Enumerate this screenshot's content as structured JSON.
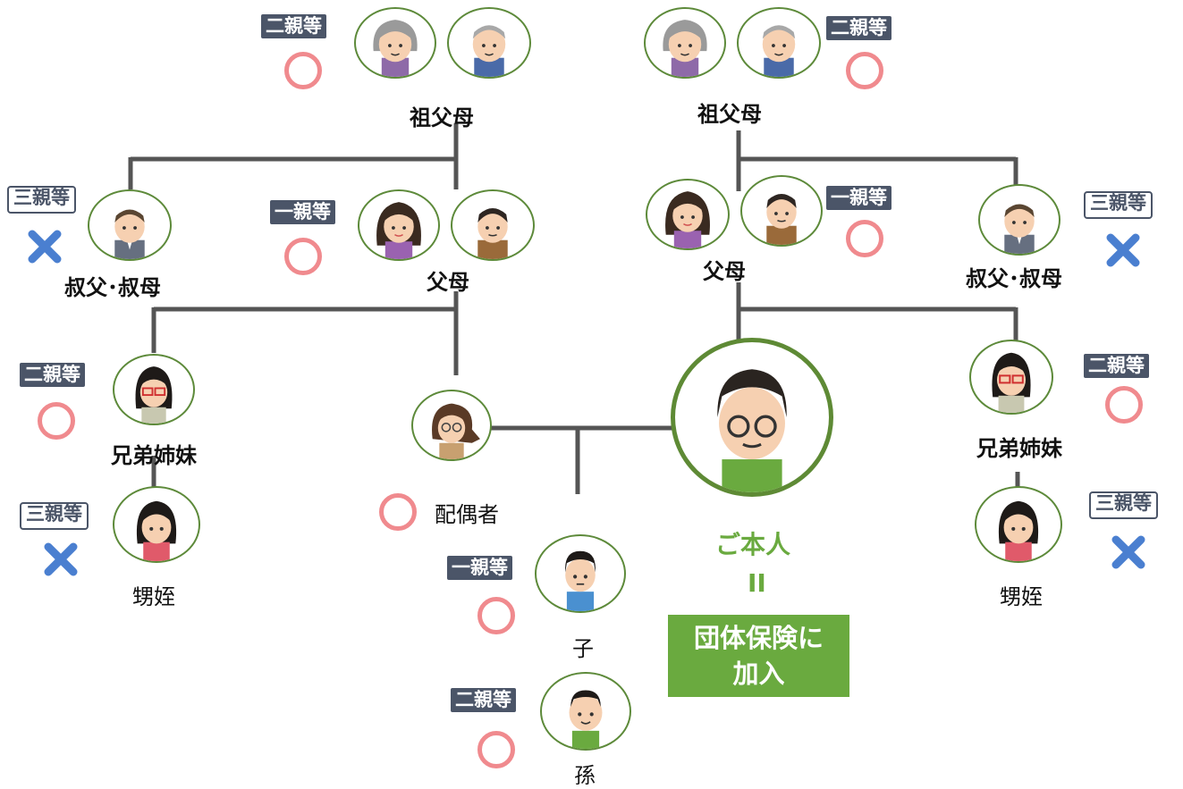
{
  "labels": {
    "grandparents_left": "祖父母",
    "grandparents_right": "祖父母",
    "uncle_aunt_left": "叔父･叔母",
    "uncle_aunt_right": "叔父･叔母",
    "parents_left": "父母",
    "parents_right": "父母",
    "siblings_left": "兄弟姉妹",
    "siblings_right": "兄弟姉妹",
    "nephew_niece_left": "甥姪",
    "nephew_niece_right": "甥姪",
    "spouse": "配偶者",
    "child": "子",
    "grandchild": "孫"
  },
  "badges": {
    "grandparents_left": "二親等",
    "grandparents_right": "二親等",
    "uncle_aunt_left": "三親等",
    "uncle_aunt_right": "三親等",
    "parents_left": "一親等",
    "parents_right": "一親等",
    "siblings_left": "二親等",
    "siblings_right": "二親等",
    "nephew_niece_left": "三親等",
    "nephew_niece_right": "三親等",
    "child": "一親等",
    "grandchild": "二親等"
  },
  "self": {
    "title": "ご本人",
    "equals": "II",
    "join_line1": "団体保険に",
    "join_line2": "加入"
  },
  "colors": {
    "line": "#555555",
    "badge_fill": "#4b5568",
    "circle_mark": "#f08a8e",
    "cross_mark": "#4a7fd0",
    "accent_green": "#6aaa3f",
    "avatar_ring": "#5d8a3a"
  }
}
